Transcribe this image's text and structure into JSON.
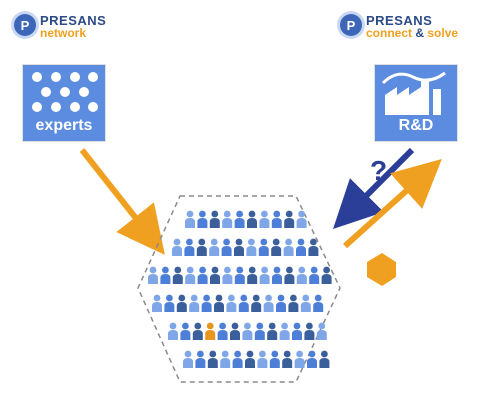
{
  "left_logo": {
    "brand": "PRESANS",
    "subtitle": "network",
    "mark": "P"
  },
  "right_logo": {
    "brand": "PRESANS",
    "subtitle_a": "connect",
    "subtitle_amp": "&",
    "subtitle_b": "solve",
    "mark": "P"
  },
  "experts_tile": {
    "label": "experts",
    "icon": "dots-grid-icon"
  },
  "rd_tile": {
    "label": "R&D",
    "icon": "factory-icon"
  },
  "question_mark": "?",
  "colors": {
    "blue_tile": "#5b8ce0",
    "orange": "#f0a020",
    "navy": "#2b3f99",
    "person_light": "#7fa7e8",
    "person_mid": "#4d7fd8",
    "person_dark": "#3a5f9a",
    "person_highlight": "#e8961e"
  }
}
